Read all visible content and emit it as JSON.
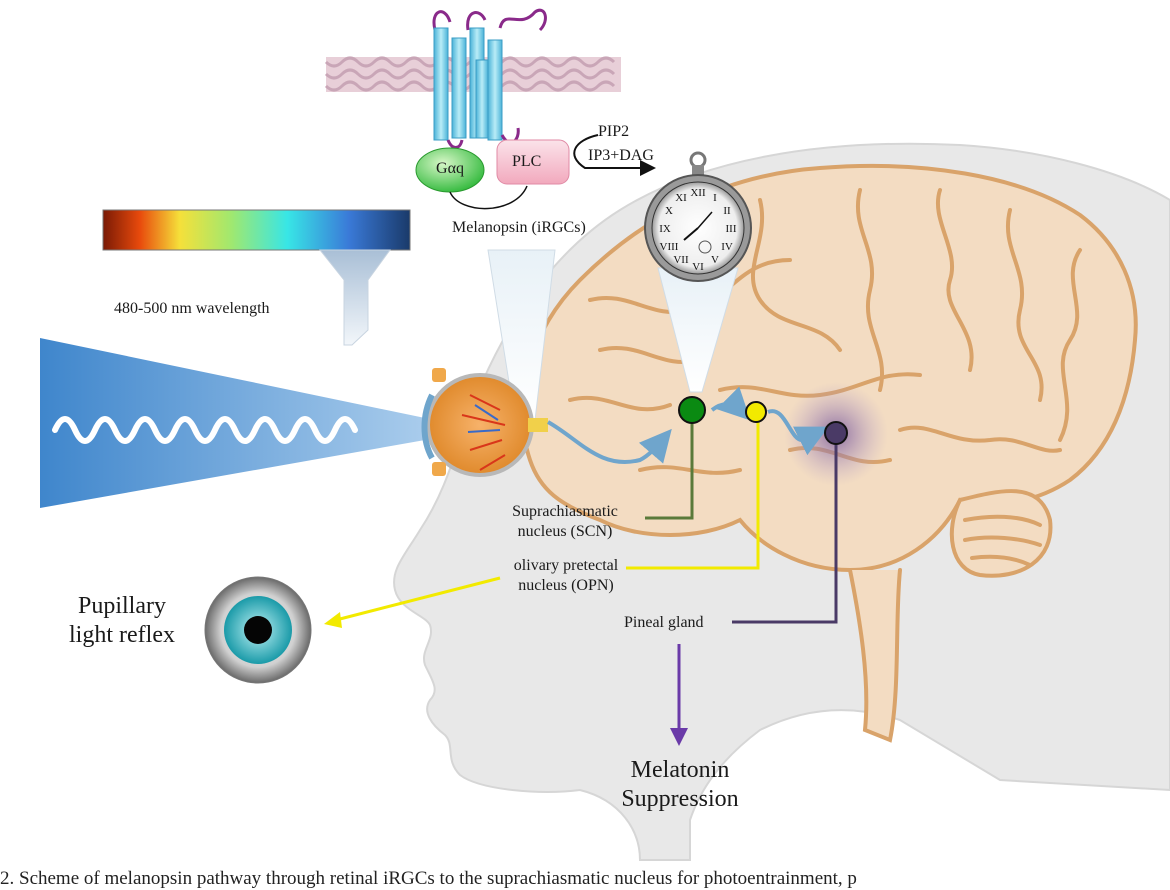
{
  "labels": {
    "pip2": "PIP2",
    "ip3_dag": "IP3+DAG",
    "gaq": "Gαq",
    "plc": "PLC",
    "melanopsin": "Melanopsin (iRGCs)",
    "wavelength": "480-500 nm wavelength",
    "scn_line1": "Suprachiasmatic",
    "scn_line2": "nucleus (SCN)",
    "opn_line1": "olivary pretectal",
    "opn_line2": "nucleus (OPN)",
    "pineal": "Pineal gland",
    "plr_line1": "Pupillary",
    "plr_line2": "light reflex",
    "mel_line1": "Melatonin",
    "mel_line2": "Suppression"
  },
  "caption": "2. Scheme of melanopsin pathway through retinal iRGCs to the suprachiasmatic nucleus for photoentrainment, p",
  "colors": {
    "scn_node": "#0a8a12",
    "opn_node": "#f2ea00",
    "pineal_node": "#4a3a66",
    "opn_line": "#f2ea00",
    "scn_line": "#5a7a3a",
    "pineal_line": "#4a3a66",
    "brain_stroke": "#d9a36a",
    "head_fill": "#e8e8e8",
    "light_beam": "#5b9bd5",
    "melatonin_arrow": "#6a3aa8",
    "pathway_arrow": "#6fa5cc"
  },
  "icons": [
    "pocket-watch-icon",
    "eye-anatomy-icon",
    "pupil-icon",
    "light-wave-icon"
  ]
}
